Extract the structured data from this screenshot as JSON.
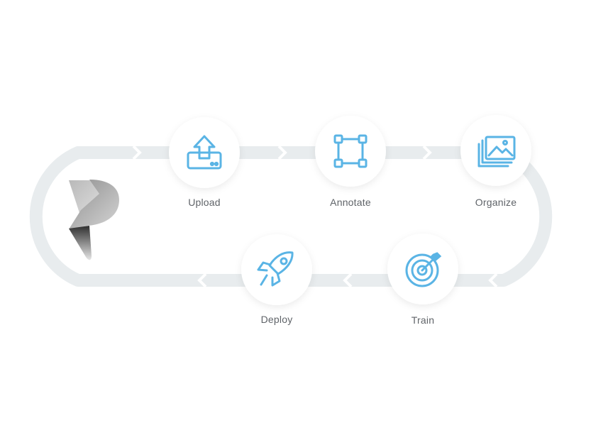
{
  "accent_color": "#5ab4e5",
  "track_color": "#e8ecee",
  "logo": {
    "name": "roboflow-style-logo-mark"
  },
  "steps": [
    {
      "id": "upload",
      "label": "Upload",
      "icon": "upload-icon"
    },
    {
      "id": "annotate",
      "label": "Annotate",
      "icon": "bounding-box-icon"
    },
    {
      "id": "organize",
      "label": "Organize",
      "icon": "image-stack-icon"
    },
    {
      "id": "train",
      "label": "Train",
      "icon": "target-icon"
    },
    {
      "id": "deploy",
      "label": "Deploy",
      "icon": "rocket-icon"
    }
  ]
}
